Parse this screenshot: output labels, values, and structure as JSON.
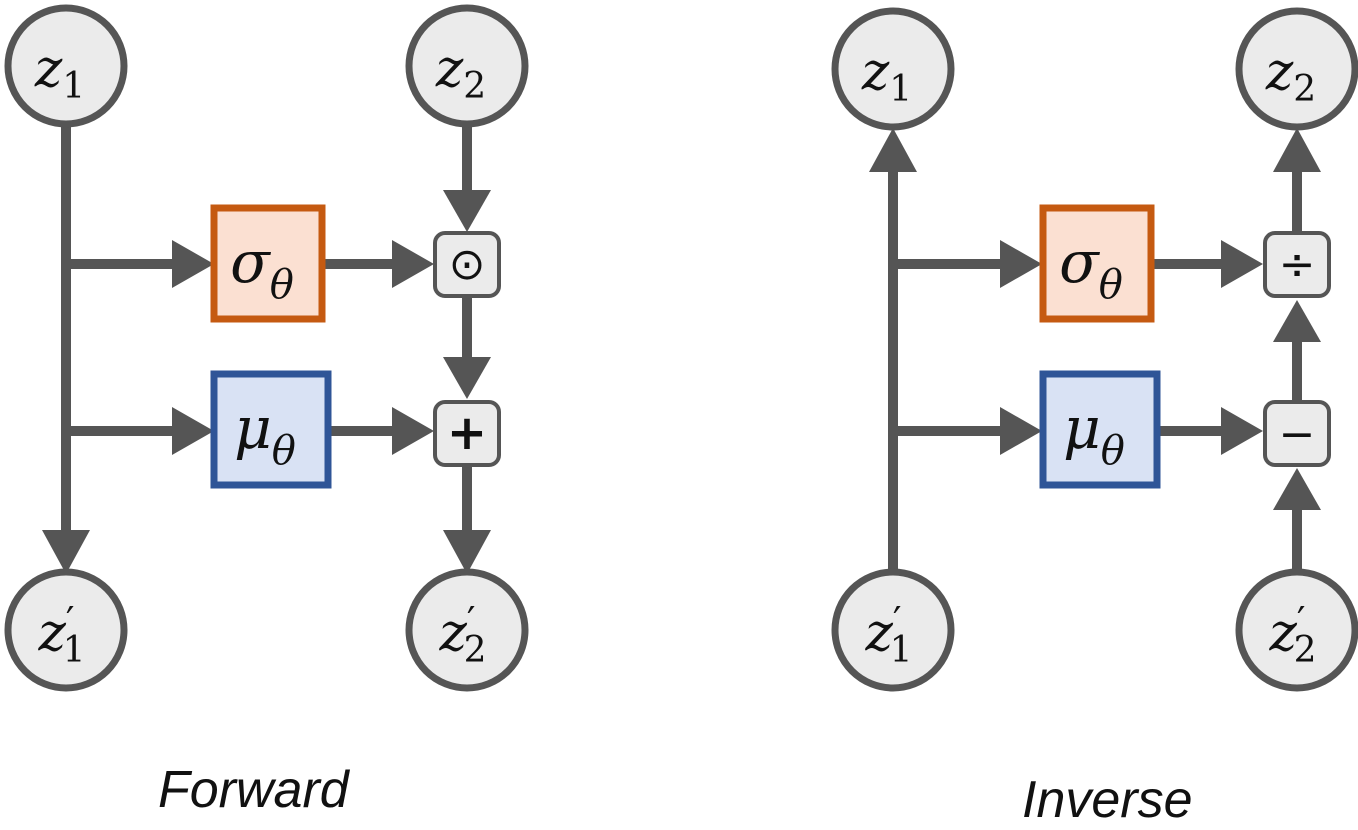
{
  "colors": {
    "edge": "#555555",
    "node_fill": "#ebebeb",
    "sigma_fill": "#fbe0d2",
    "sigma_stroke": "#c55a11",
    "mu_fill": "#d9e2f4",
    "mu_stroke": "#2f5597"
  },
  "forward": {
    "caption": "Forward",
    "nodes": {
      "z1": {
        "base": "z",
        "sub": "1",
        "prime": ""
      },
      "z2": {
        "base": "z",
        "sub": "2",
        "prime": ""
      },
      "z1p": {
        "base": "z",
        "sub": "1",
        "prime": "′"
      },
      "z2p": {
        "base": "z",
        "sub": "2",
        "prime": "′"
      }
    },
    "sigma": {
      "base": "σ",
      "sub": "θ"
    },
    "mu": {
      "base": "μ",
      "sub": "θ"
    },
    "op_top": "⊙",
    "op_bottom": "+"
  },
  "inverse": {
    "caption": "Inverse",
    "nodes": {
      "z1": {
        "base": "z",
        "sub": "1",
        "prime": ""
      },
      "z2": {
        "base": "z",
        "sub": "2",
        "prime": ""
      },
      "z1p": {
        "base": "z",
        "sub": "1",
        "prime": "′"
      },
      "z2p": {
        "base": "z",
        "sub": "2",
        "prime": "′"
      }
    },
    "sigma": {
      "base": "σ",
      "sub": "θ"
    },
    "mu": {
      "base": "μ",
      "sub": "θ"
    },
    "op_top": "÷",
    "op_bottom": "−"
  }
}
